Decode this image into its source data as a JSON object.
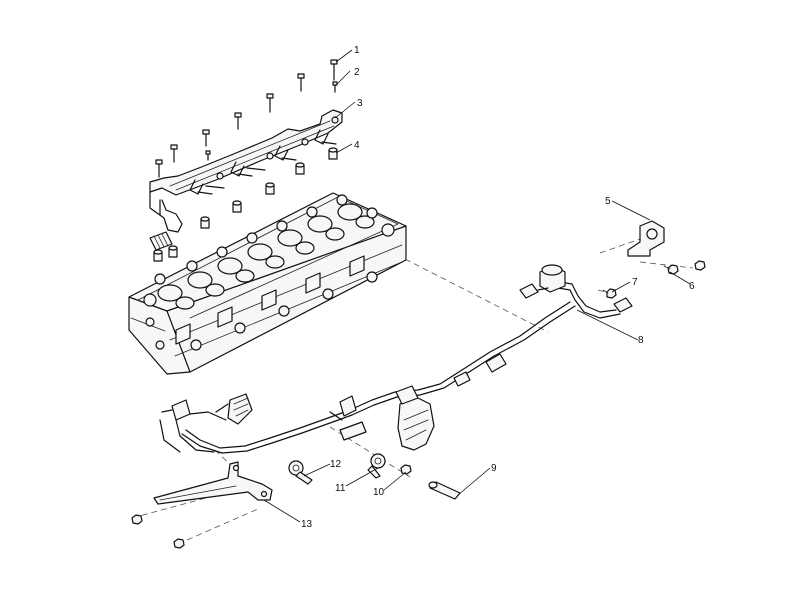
{
  "callouts": {
    "c1": "1",
    "c2": "2",
    "c3": "3",
    "c4": "4",
    "c5": "5",
    "c6": "6",
    "c7": "7",
    "c8": "8",
    "c9": "9",
    "c10": "10",
    "c11": "11",
    "c12": "12",
    "c13": "13"
  },
  "colors": {
    "line": "#111111",
    "fill": "#f7f7f7",
    "background": "#ffffff"
  }
}
